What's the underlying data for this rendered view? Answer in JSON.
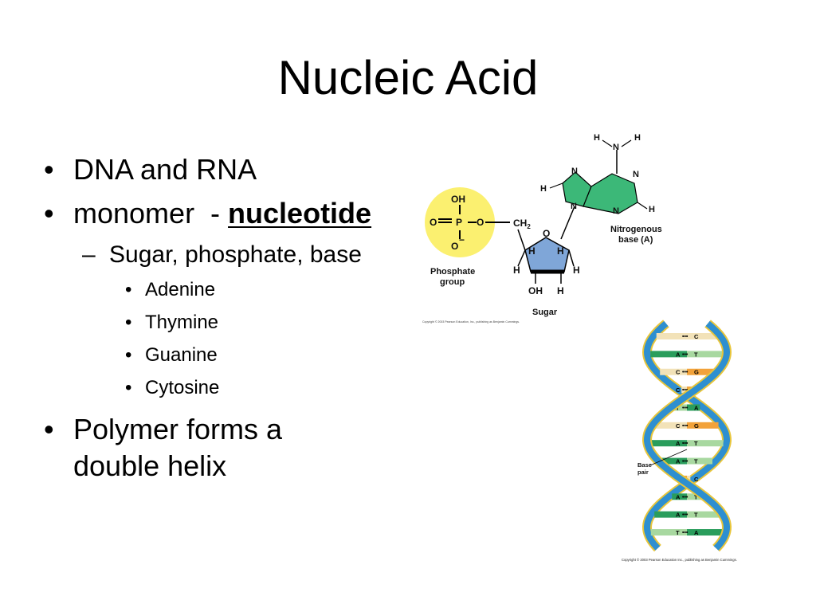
{
  "slide": {
    "title": "Nucleic Acid",
    "bullets": {
      "b1": "DNA and RNA",
      "b2_prefix": "monomer  - ",
      "b2_emph": "nucleotide",
      "sub1": "Sugar, phosphate, base",
      "bases": [
        "Adenine",
        "Thymine",
        "Guanine",
        "Cytosine"
      ],
      "b3_line1": "Polymer forms a",
      "b3_line2": "double helix"
    }
  },
  "nucleotide_figure": {
    "phosphate": {
      "oh": "OH",
      "o_left": "O",
      "p": "P",
      "o_right": "O",
      "o_minus": "O",
      "minus": "−",
      "label_line1": "Phosphate",
      "label_line2": "group"
    },
    "sugar": {
      "ch": "CH",
      "sub2": "2",
      "ring_o": "O",
      "h": "H",
      "oh": "OH",
      "label": "Sugar"
    },
    "base": {
      "n": "N",
      "h": "H",
      "label_line1": "Nitrogenous",
      "label_line2": "base (A)"
    },
    "copyright": "Copyright © 2003 Pearson Education, Inc., publishing as Benjamin Cummings."
  },
  "helix_figure": {
    "base_pairs": [
      {
        "left": "",
        "right": "C"
      },
      {
        "left": "A",
        "right": "T"
      },
      {
        "left": "C",
        "right": "G"
      },
      {
        "left": "C",
        "right": "G"
      },
      {
        "left": "T",
        "right": "A"
      },
      {
        "left": "C",
        "right": "G"
      },
      {
        "left": "A",
        "right": "T"
      },
      {
        "left": "A",
        "right": "T"
      },
      {
        "left": "G",
        "right": "C"
      },
      {
        "left": "A",
        "right": "T"
      },
      {
        "left": "A",
        "right": "T"
      },
      {
        "left": "T",
        "right": "A"
      }
    ],
    "base_pair_label_line1": "Base",
    "base_pair_label_line2": "pair",
    "copyright": "Copyright © 2003 Pearson Education Inc., publishing as Benjamin Cummings."
  },
  "colors": {
    "sugar_fill": "#7fa6d8",
    "base_fill": "#3cb878",
    "helix_strand": "#2e8fd0",
    "helix_edge": "#e8c53a",
    "pair_a": "#2a9d5c",
    "pair_t": "#a8d8a0",
    "pair_c": "#f2e2b8",
    "pair_g": "#f2a23a"
  }
}
